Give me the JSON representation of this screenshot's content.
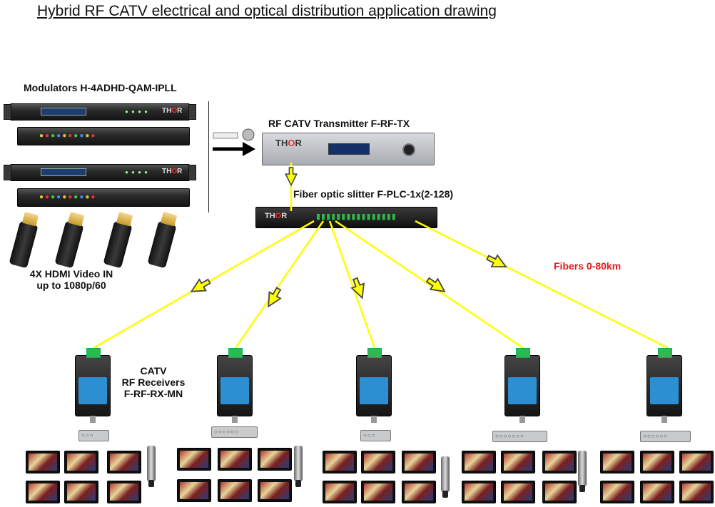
{
  "title": "Hybrid RF CATV  electrical and optical distribution application drawing",
  "labels": {
    "modulators": "Modulators H-4ADHD-QAM-IPLL",
    "transmitter": "RF CATV Transmitter  F-RF-TX",
    "splitter": "Fiber optic slitter F-PLC-1x(2-128)",
    "hdmi_line1": "4X HDMI Video IN",
    "hdmi_line2": "up to 1080p/60",
    "receivers_line1": "CATV",
    "receivers_line2": "RF Receivers",
    "receivers_line3": "F-RF-RX-MN",
    "fibers": "Fibers 0-80km"
  },
  "device_brand": {
    "prefix": "TH",
    "accent": "O",
    "suffix": "R"
  },
  "colors": {
    "fiber": "#ffff00",
    "arrow_fill": "#ffff00",
    "arrow_stroke": "#444444",
    "fibers_label": "#e31b1b"
  },
  "icons": [
    "hdmi-cable-icon",
    "tv-icon",
    "coax-plug-icon",
    "rf-splitter-icon"
  ]
}
